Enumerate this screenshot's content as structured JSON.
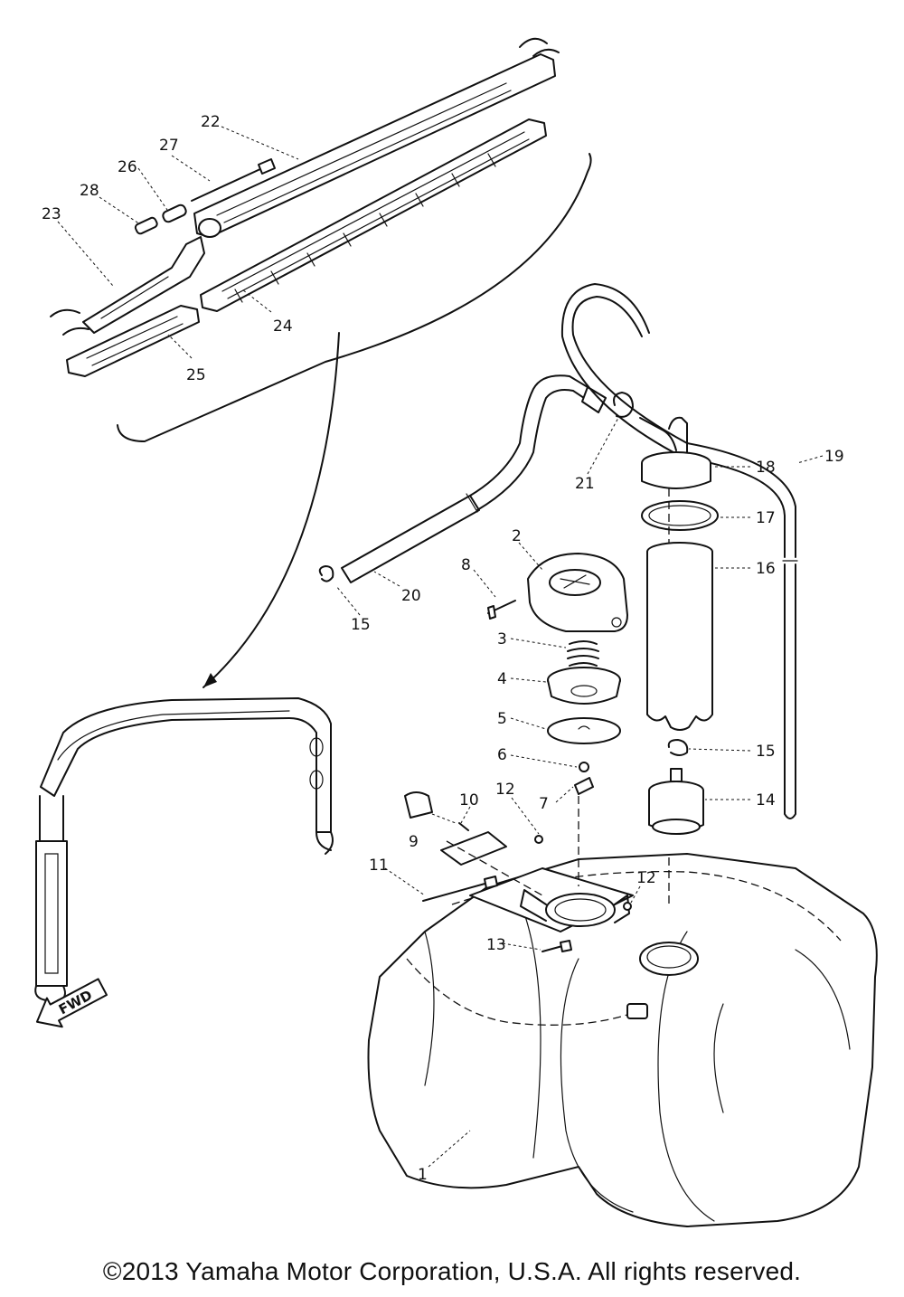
{
  "callouts": {
    "c1": "1",
    "c2": "2",
    "c3": "3",
    "c4": "4",
    "c5": "5",
    "c6": "6",
    "c7": "7",
    "c8": "8",
    "c9": "9",
    "c10": "10",
    "c11": "11",
    "c12a": "12",
    "c12b": "12",
    "c13": "13",
    "c14": "14",
    "c15a": "15",
    "c15b": "15",
    "c16": "16",
    "c17": "17",
    "c18": "18",
    "c19": "19",
    "c20": "20",
    "c21": "21",
    "c22": "22",
    "c23": "23",
    "c24": "24",
    "c25": "25",
    "c26": "26",
    "c27": "27",
    "c28": "28"
  },
  "fwd_label": "FWD",
  "copyright": "©2013 Yamaha Motor Corporation, U.S.A. All rights reserved."
}
